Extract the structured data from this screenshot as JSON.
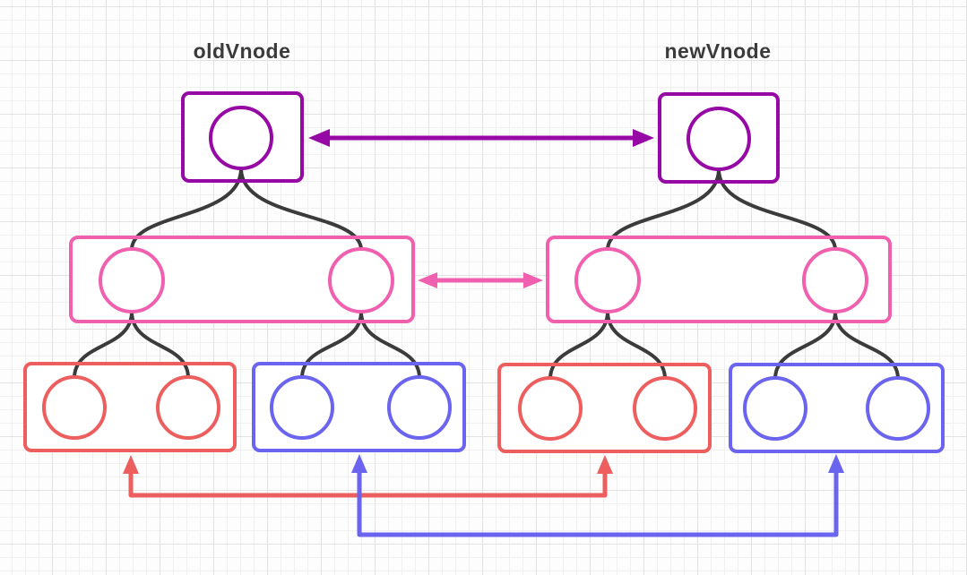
{
  "labels": {
    "old_tree": "oldVnode",
    "new_tree": "newVnode"
  },
  "colors": {
    "canvas": "#fdfdfd",
    "grid_minor": "#f0f0f0",
    "grid_major": "#e2e2e2",
    "text": "#3b3b3b",
    "edge": "#3b3b3b",
    "root": "#9609a5",
    "child": "#f060ae",
    "grandchild_red": "#ed5e5e",
    "grandchild_blue": "#6a64ee"
  },
  "structure": {
    "description": "Two virtual DOM trees compared level by level",
    "trees": [
      "oldVnode",
      "newVnode"
    ],
    "levels_per_tree": 3,
    "root_children_per_tree": 2,
    "grandchild_groups_per_tree": [
      "red-pair",
      "blue-pair"
    ],
    "comparisons": [
      "root-to-root purple double arrow",
      "children-to-children pink double arrow",
      "red group to red group up-arrow connector",
      "blue group to blue group up-arrow connector"
    ]
  }
}
